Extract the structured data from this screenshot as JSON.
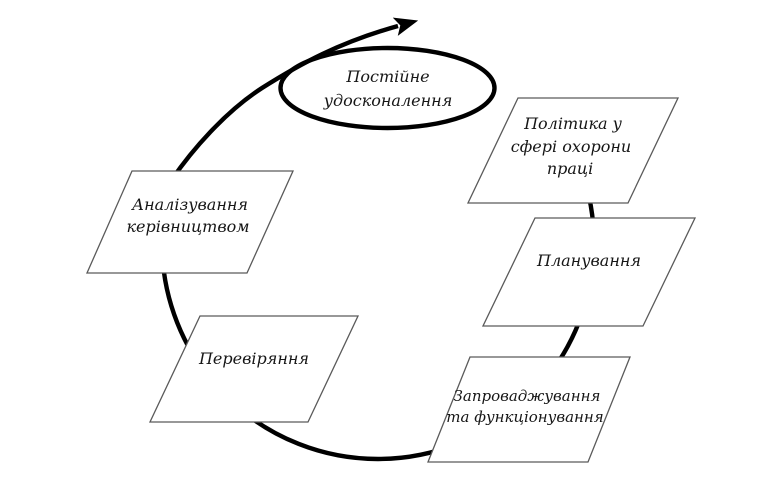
{
  "diagram": {
    "type": "cycle",
    "language": "uk",
    "colors": {
      "background": "#ffffff",
      "arrow_stroke": "#000000",
      "node_border": "#5a5a5a",
      "node_fill": "#ffffff",
      "text": "#161616"
    },
    "ellipse": {
      "id": "continual-improvement",
      "lines": [
        "Постійне",
        "удосконалення"
      ]
    },
    "nodes": [
      {
        "id": "policy",
        "lines": [
          "Політика у",
          "сфері охорони",
          "праці"
        ]
      },
      {
        "id": "planning",
        "lines": [
          "Планування"
        ]
      },
      {
        "id": "implementation",
        "lines": [
          "Запроваджування",
          "та функціонування"
        ]
      },
      {
        "id": "checking",
        "lines": [
          "Перевіряння"
        ]
      },
      {
        "id": "management-review",
        "lines": [
          "Аналізування",
          "керівництвом"
        ]
      }
    ]
  }
}
